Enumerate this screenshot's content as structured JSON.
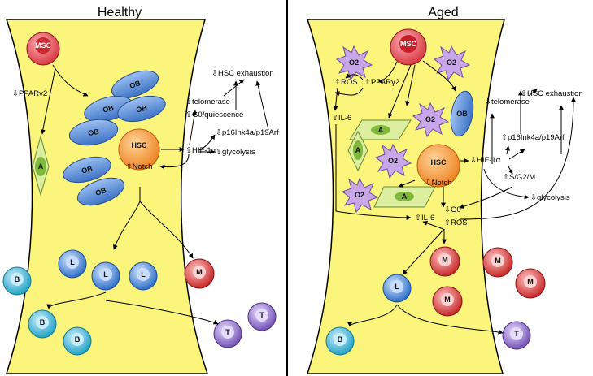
{
  "panels": {
    "healthy": {
      "title": "Healthy",
      "msc": "MSC",
      "hsc": "HSC",
      "hsc_sub": "⇧Notch",
      "pparg": "⇩PPARγ2",
      "adipocyte": "A",
      "osteoblast": "OB",
      "lymphoid": "L",
      "myeloid": "M",
      "bcell": "B",
      "tcell": "T",
      "hif": "⇧HIF-1α",
      "telomerase": "⇧telomerase",
      "exhaustion": "⇩HSC exhaustion",
      "quiescence": "⇧G0/quiescence",
      "p16": "⇩p16Ink4a/p19Arf",
      "glycolysis": "⇧glycolysis"
    },
    "aged": {
      "title": "Aged",
      "msc": "MSC",
      "hsc": "HSC",
      "hsc_sub": "⇩Notch",
      "o2": "O2",
      "ros_top": "⇧ROS",
      "pparg": "⇧PPARγ2",
      "il6_left": "⇧IL-6",
      "il6_bottom": "⇧IL-6",
      "adipocyte": "A",
      "osteoblast": "OB",
      "lymphoid": "L",
      "myeloid": "M",
      "bcell": "B",
      "tcell": "T",
      "hif": "⇩HIF-1α",
      "telomerase": "⇩telomerase",
      "exhaustion": "⇧HSC exhaustion",
      "p16": "⇧p16Ink4a/p19Arf",
      "sg2m": "⇧S/G2/M",
      "g0": "⇩G0",
      "ros_bottom": "⇧ROS",
      "glycolysis": "⇩glycolysis"
    }
  },
  "colors": {
    "marrow": "#fbf57c",
    "msc": "#e0505a",
    "hsc": "#f39a3d",
    "osteoblast": "#4f86d1",
    "adipocyte": "#b9d86a",
    "lymphoid": "#4d8fe0",
    "myeloid": "#d83e3e",
    "bcell": "#3fb9d4",
    "tcell": "#8a68c4",
    "o2": "#c8a6e8"
  }
}
